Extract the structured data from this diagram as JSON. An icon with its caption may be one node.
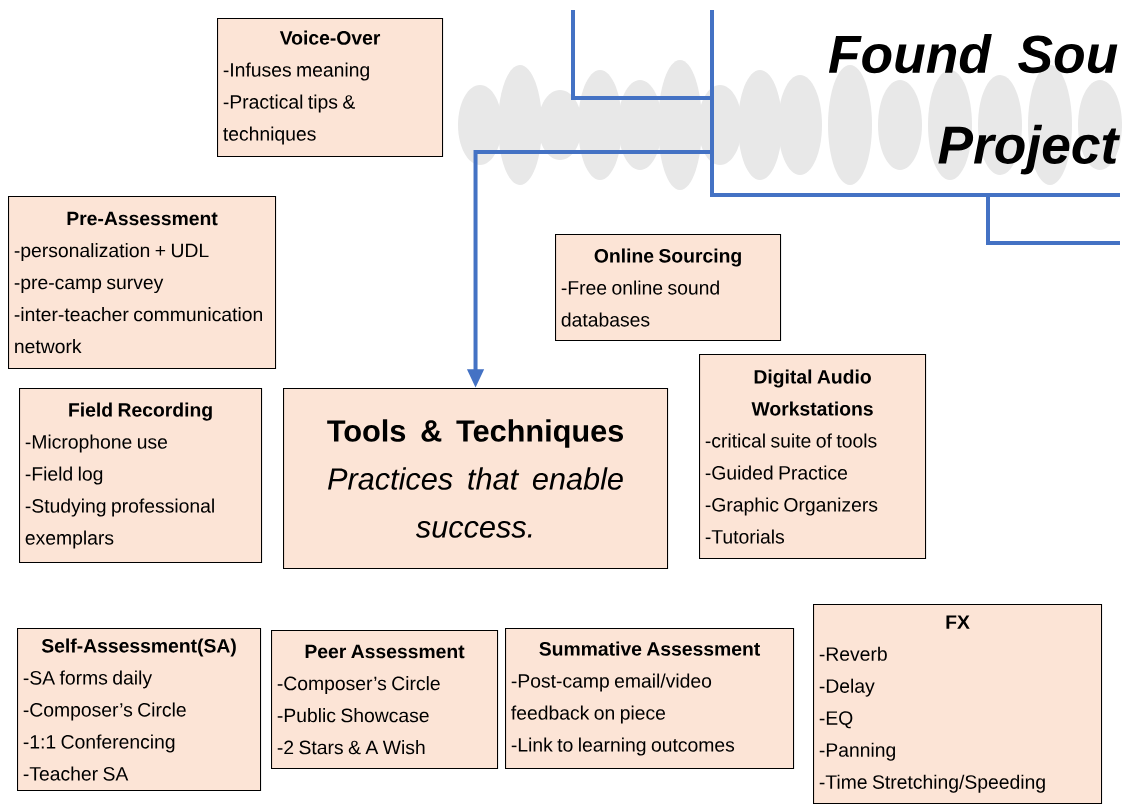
{
  "diagram": {
    "nodes": [
      {
        "text": [
          "Found Sou Project"
        ]
      },
      {
        "text": [
          "Voice-Over",
          "-Infuses meaning",
          "-Practical tips & techniques"
        ]
      },
      {
        "text": [
          "Pre-Assessment",
          "-personalization + UDL",
          "-pre-camp survey",
          "-inter-teacher communication network"
        ]
      },
      {
        "text": [
          "Online Sourcing",
          "-Free online sound databases"
        ]
      },
      {
        "text": [
          "Field Recording",
          "-Microphone use",
          "-Field log",
          "-Studying professional exemplars"
        ]
      },
      {
        "text": [
          "Tools & Techniques",
          "Practices that enable success."
        ]
      },
      {
        "text": [
          "Digital Audio Workstations",
          "-critical suite of tools",
          "-Guided Practice",
          "-Graphic Organizers",
          "-Tutorials"
        ]
      },
      {
        "text": [
          "Self-Assessment(SA)",
          "-SA forms daily",
          "-Composer’s Circle",
          "-1:1 Conferencing",
          "-Teacher SA"
        ]
      },
      {
        "text": [
          "Peer Assessment",
          "-Composer’s Circle",
          "-Public Showcase",
          "-2 Stars & A Wish"
        ]
      },
      {
        "text": [
          "Summative Assessment",
          "-Post-camp email/video feedback on piece",
          "-Link to learning outcomes"
        ]
      },
      {
        "text": [
          "FX",
          "-Reverb",
          "-Delay",
          "-EQ",
          "-Panning",
          "-Time Stretching/Speeding"
        ]
      }
    ],
    "edges": [
      {
        "from": 0,
        "to": 5,
        "arrow": "to"
      }
    ]
  }
}
